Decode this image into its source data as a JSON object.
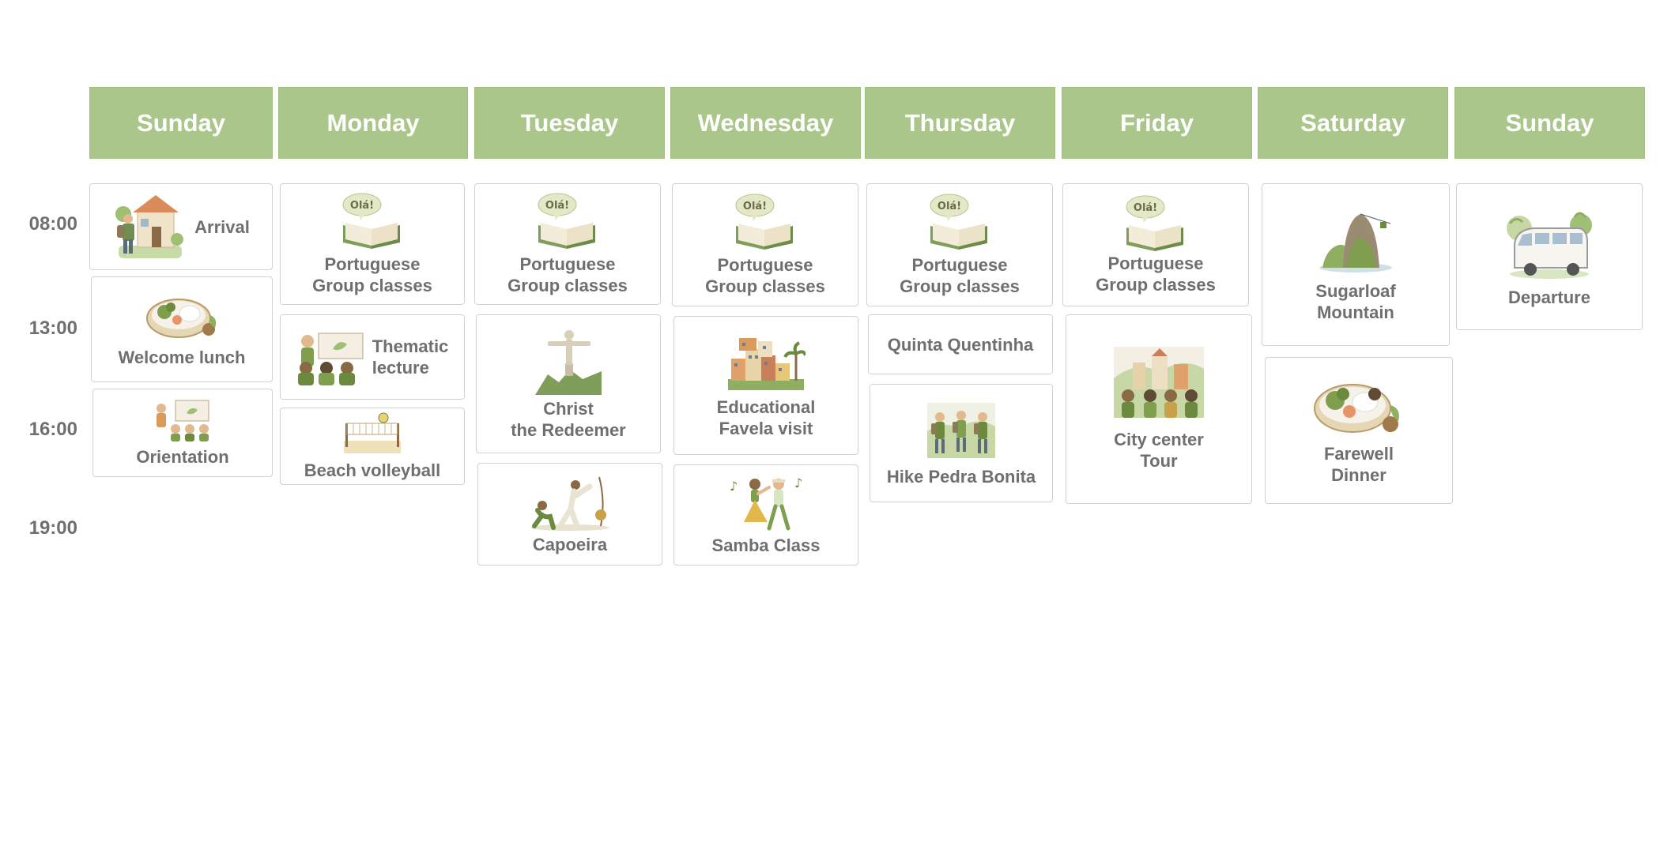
{
  "days": [
    "Sunday",
    "Monday",
    "Tuesday",
    "Wednesday",
    "Thursday",
    "Friday",
    "Saturday",
    "Sunday"
  ],
  "times": [
    "08:00",
    "13:00",
    "16:00",
    "19:00"
  ],
  "activities": {
    "arrival": "Arrival",
    "welcome_lunch": "Welcome lunch",
    "orientation": "Orientation",
    "portuguese": "Portuguese\nGroup classes",
    "portuguese_bubble": "Olá!",
    "thematic_lecture": "Thematic\nlecture",
    "beach_volleyball": "Beach volleyball",
    "christ_redeemer": "Christ\nthe Redeemer",
    "capoeira": "Capoeira",
    "favela_visit": "Educational\nFavela visit",
    "samba_class": "Samba Class",
    "quinta_quentinha": "Quinta Quentinha",
    "hike_pedra_bonita": "Hike Pedra Bonita",
    "city_center_tour": "City center\nTour",
    "sugarloaf": "Sugarloaf\nMountain",
    "farewell_dinner": "Farewell\nDinner",
    "departure": "Departure"
  },
  "colors": {
    "header_green": "#abc68a",
    "text_gray": "#6f6f6f",
    "border": "#d2d2d2"
  }
}
